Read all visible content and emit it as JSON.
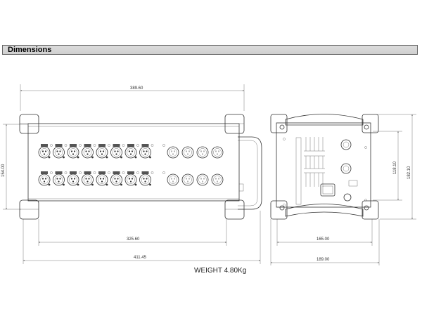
{
  "section": {
    "title": "Dimensions"
  },
  "dimensions": {
    "front_width_inner": "389.60",
    "front_height": "154.00",
    "front_rack_width": "325.60",
    "front_total_width": "411.45",
    "side_height_inner": "118.10",
    "side_height_total": "182.10",
    "side_width_inner": "165.00",
    "side_width_total": "189.00"
  },
  "weight": "WEIGHT 4.80Kg",
  "connectors": {
    "rows": 2,
    "female_per_row": 8,
    "male_per_row": 4
  }
}
